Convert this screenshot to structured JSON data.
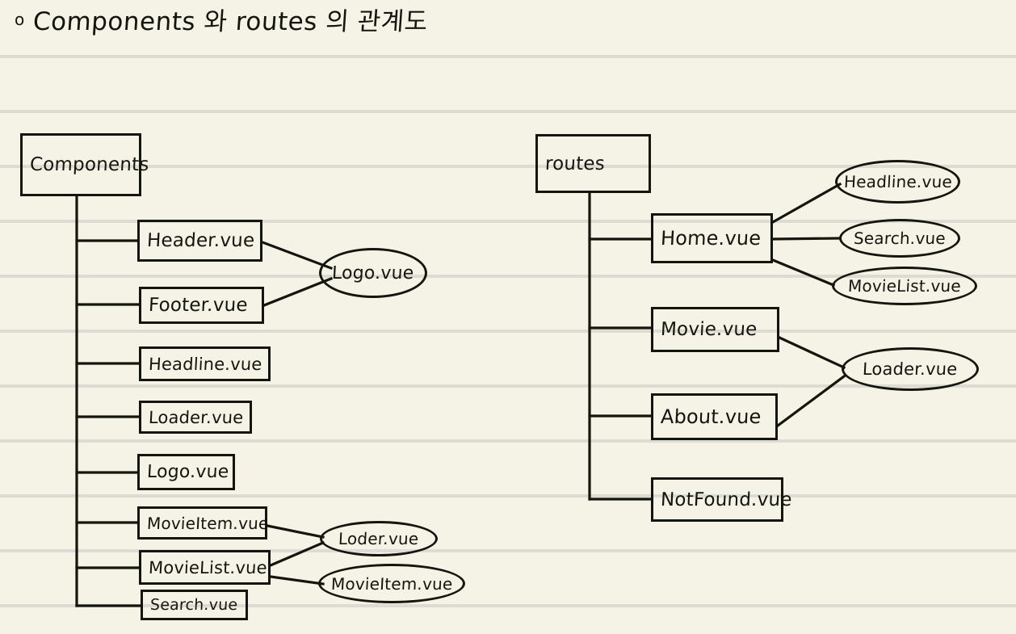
{
  "page": {
    "title_bullet": "o",
    "title_text": "Components 와 routes 의 관계도",
    "paper_color": "#f4f3e6",
    "rule_color": "#dcdcd4",
    "ink_color": "#15150f"
  },
  "diagram": {
    "type": "tree-diagram",
    "roots": [
      {
        "id": "components-root",
        "label": "Components",
        "shape": "box"
      },
      {
        "id": "routes-root",
        "label": "routes",
        "shape": "box"
      }
    ],
    "components_children": [
      {
        "id": "header-vue",
        "label": "Header.vue",
        "shape": "box"
      },
      {
        "id": "footer-vue",
        "label": "Footer.vue",
        "shape": "box"
      },
      {
        "id": "headline-vue",
        "label": "Headline.vue",
        "shape": "box"
      },
      {
        "id": "loader-vue",
        "label": "Loader.vue",
        "shape": "box"
      },
      {
        "id": "logo-vue",
        "label": "Logo.vue",
        "shape": "box"
      },
      {
        "id": "movieitem-vue",
        "label": "MovieItem.vue",
        "shape": "box"
      },
      {
        "id": "movielist-vue",
        "label": "MovieList.vue",
        "shape": "box"
      },
      {
        "id": "search-vue",
        "label": "Search.vue",
        "shape": "box"
      }
    ],
    "components_dependencies": [
      {
        "id": "logo-vue-dep",
        "label": "Logo.vue",
        "shape": "ellipse",
        "used_by": [
          "Header.vue",
          "Footer.vue"
        ]
      },
      {
        "id": "loder-vue-dep",
        "label": "Loder.vue",
        "shape": "ellipse",
        "used_by": [
          "MovieItem.vue",
          "MovieList.vue"
        ]
      },
      {
        "id": "movieitem-vue-dep",
        "label": "MovieItem.vue",
        "shape": "ellipse",
        "used_by": [
          "MovieList.vue"
        ]
      }
    ],
    "routes_children": [
      {
        "id": "home-vue",
        "label": "Home.vue",
        "shape": "box"
      },
      {
        "id": "movie-vue",
        "label": "Movie.vue",
        "shape": "box"
      },
      {
        "id": "about-vue",
        "label": "About.vue",
        "shape": "box"
      },
      {
        "id": "notfound-vue",
        "label": "NotFound.vue",
        "shape": "box"
      }
    ],
    "routes_dependencies": [
      {
        "id": "headline-vue-dep",
        "label": "Headline.vue",
        "shape": "ellipse",
        "used_by": [
          "Home.vue"
        ]
      },
      {
        "id": "search-vue-dep",
        "label": "Search.vue",
        "shape": "ellipse",
        "used_by": [
          "Home.vue"
        ]
      },
      {
        "id": "movielist-vue-dep",
        "label": "MovieList.vue",
        "shape": "ellipse",
        "used_by": [
          "Home.vue"
        ]
      },
      {
        "id": "loader-vue-dep",
        "label": "Loader.vue",
        "shape": "ellipse",
        "used_by": [
          "Movie.vue",
          "About.vue"
        ]
      }
    ]
  }
}
